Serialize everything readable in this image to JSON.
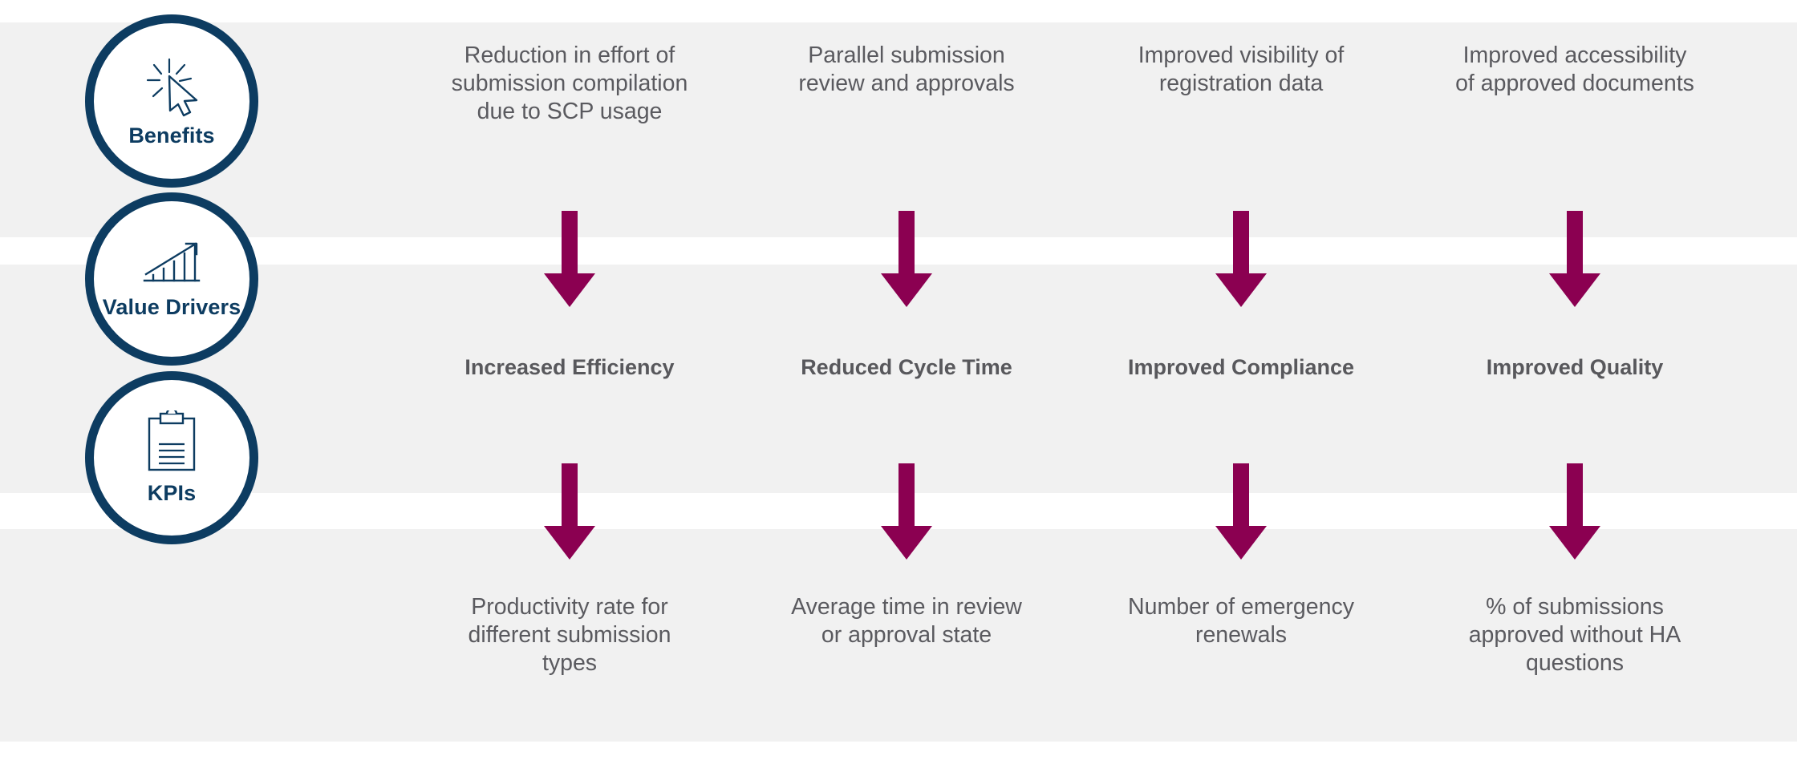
{
  "theme": {
    "band_bg": "#f1f1f1",
    "page_bg": "#ffffff",
    "circle_border": "#0d3c61",
    "circle_label": "#0d3c61",
    "arrow": "#8b0051",
    "body_text": "#5a5a5f"
  },
  "rows": [
    {
      "key": "benefits",
      "circle": {
        "label": "Benefits",
        "icon": "click-cursor-icon"
      },
      "cells": [
        "Reduction in effort of submission compilation due to SCP usage",
        "Parallel submission review and approvals",
        "Improved visibility of registration data",
        "Improved accessibility of approved documents"
      ]
    },
    {
      "key": "value-drivers",
      "circle": {
        "label": "Value Drivers",
        "icon": "growth-bar-chart-icon"
      },
      "cells": [
        "Increased Efficiency",
        "Reduced Cycle Time",
        "Improved Compliance",
        "Improved Quality"
      ]
    },
    {
      "key": "kpis",
      "circle": {
        "label": "KPIs",
        "icon": "clipboard-icon"
      },
      "cells": [
        "Productivity rate for different submission types",
        "Average time in review or approval state",
        "Number of emergency renewals",
        "% of submissions approved without HA questions"
      ]
    }
  ],
  "arrows": {
    "direction": "down",
    "count_per_row": 4,
    "rows": 2,
    "icon": "down-arrow-icon"
  }
}
